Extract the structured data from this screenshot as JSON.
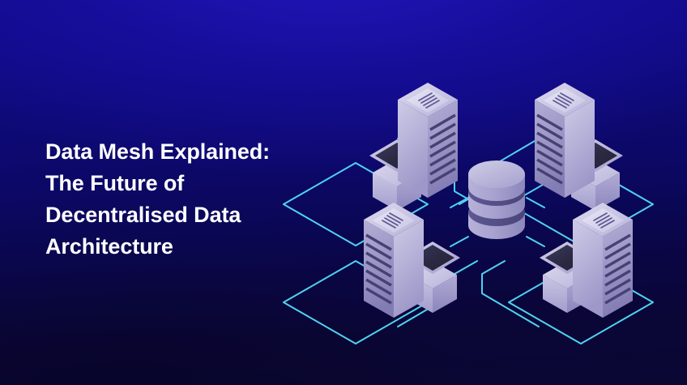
{
  "banner": {
    "headline": "Data Mesh Explained:\nThe Future of\nDecentralised Data\nArchitecture",
    "headline_lines": [
      "Data Mesh Explained:",
      "The Future of",
      "Decentralised Data",
      "Architecture"
    ],
    "text_color": "#ffffff",
    "background": {
      "top_color": "#120d9c",
      "mid_color": "#0a0750",
      "bottom_color": "#0b0733",
      "style": "vertical-gradient-royal-blue-to-navy"
    }
  },
  "illustration": {
    "name": "isometric-data-mesh-network",
    "accent_line_color": "#4fd2f0",
    "node_light_color": "#c3bfe0",
    "node_mid_color": "#a9a4cf",
    "node_dark_color": "#6e68a8",
    "plate_dark_color": "#2b2a45",
    "database": {
      "name": "central-database",
      "disc_count": 3,
      "top_color": "#bab6dd",
      "body_color": "#9e99c8"
    },
    "nodes": [
      {
        "id": "node-top-left",
        "position": "top-left",
        "orientation": "slots-right",
        "cube_side": "left"
      },
      {
        "id": "node-top-right",
        "position": "top-right",
        "orientation": "slots-left",
        "cube_side": "right"
      },
      {
        "id": "node-bottom-left",
        "position": "bottom-left",
        "orientation": "slots-left",
        "cube_side": "right"
      },
      {
        "id": "node-bottom-right",
        "position": "bottom-right",
        "orientation": "slots-right",
        "cube_side": "left"
      }
    ],
    "node_count": 4,
    "connector_count": 4
  }
}
